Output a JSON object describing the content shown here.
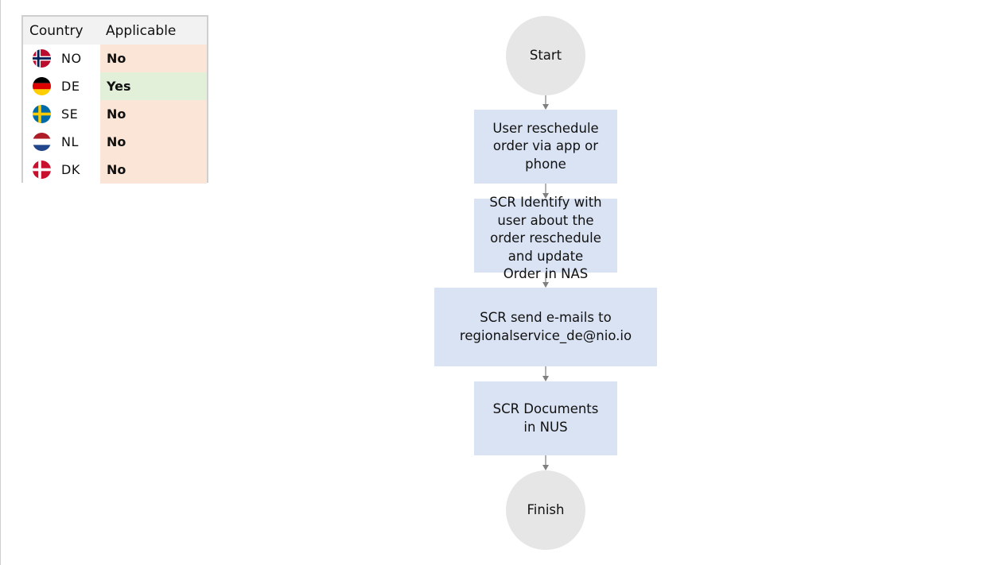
{
  "country_table": {
    "header": {
      "country": "Country",
      "applicable": "Applicable"
    },
    "rows": [
      {
        "code": "NO",
        "flag": "norway-flag-icon",
        "applicable": "No",
        "status": "no"
      },
      {
        "code": "DE",
        "flag": "germany-flag-icon",
        "applicable": "Yes",
        "status": "yes"
      },
      {
        "code": "SE",
        "flag": "sweden-flag-icon",
        "applicable": "No",
        "status": "no"
      },
      {
        "code": "NL",
        "flag": "netherlands-flag-icon",
        "applicable": "No",
        "status": "no"
      },
      {
        "code": "DK",
        "flag": "denmark-flag-icon",
        "applicable": "No",
        "status": "no"
      }
    ],
    "colors": {
      "no": "#fbe5d6",
      "yes": "#e2f0d9",
      "header": "#f2f2f2"
    }
  },
  "flowchart": {
    "nodes": [
      {
        "id": "start",
        "type": "terminal",
        "text": "Start"
      },
      {
        "id": "reschedule",
        "type": "process",
        "text": "User reschedule\norder via app or\nphone"
      },
      {
        "id": "identify",
        "type": "process",
        "text": "SCR Identify with\nuser about the\norder reschedule\nand update\nOrder in NAS"
      },
      {
        "id": "email",
        "type": "process",
        "text": "SCR send e-mails to\nregionalservice_de@nio.io"
      },
      {
        "id": "document",
        "type": "process",
        "text": "SCR Documents\nin NUS"
      },
      {
        "id": "finish",
        "type": "terminal",
        "text": "Finish"
      }
    ],
    "edges": [
      {
        "from": "start",
        "to": "reschedule"
      },
      {
        "from": "reschedule",
        "to": "identify"
      },
      {
        "from": "identify",
        "to": "email"
      },
      {
        "from": "email",
        "to": "document"
      },
      {
        "from": "document",
        "to": "finish"
      }
    ],
    "colors": {
      "terminal": "#e6e6e6",
      "process": "#dae3f3",
      "connector": "#7f7f7f"
    }
  }
}
